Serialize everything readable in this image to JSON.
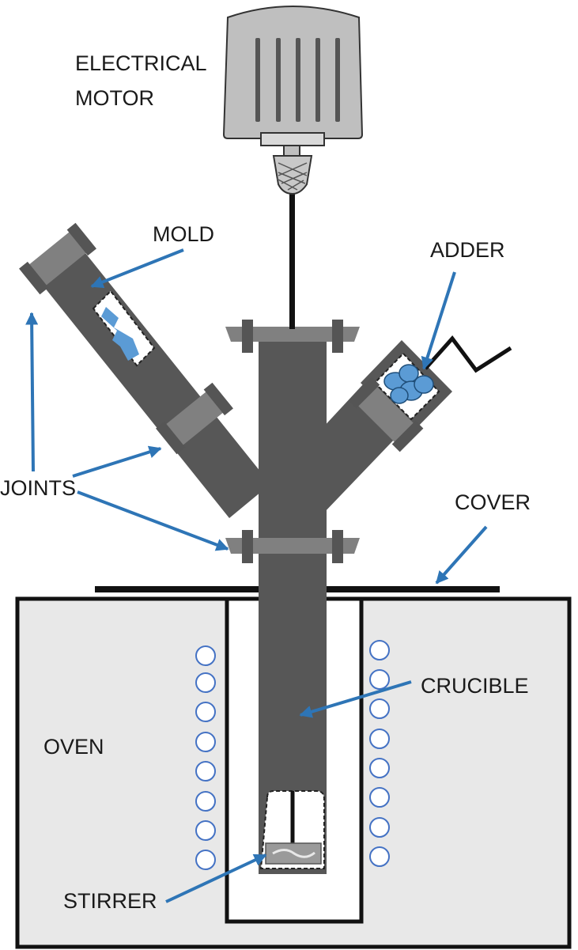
{
  "labels": {
    "motor_line1": "ELECTRICAL",
    "motor_line2": "MOTOR",
    "mold": "MOLD",
    "adder": "ADDER",
    "joints": "JOINTS",
    "cover": "COVER",
    "crucible": "CRUCIBLE",
    "oven": "OVEN",
    "stirrer": "STIRRER"
  },
  "colors": {
    "crucible": "#575757",
    "joint": "#808080",
    "motor": "#bfbfbf",
    "oven": "#e8e8e8",
    "arrow": "#2e75b6",
    "coil": "#4472c4",
    "accent_blue": "#5b9bd5"
  },
  "icons": [
    "motor-icon",
    "coupling-icon",
    "stirrer-blade-icon",
    "coil-ring-icon"
  ]
}
